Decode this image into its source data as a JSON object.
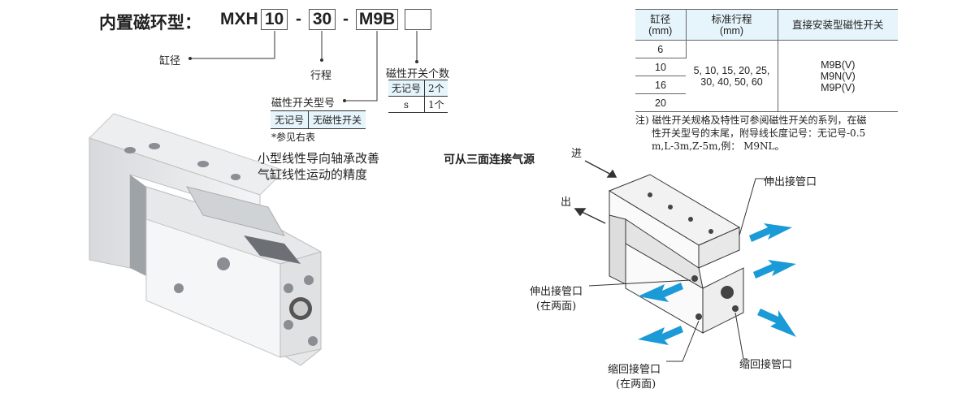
{
  "model_code": {
    "title": "内置磁环型：",
    "series": "MXH",
    "bore": "10",
    "dash1": "-",
    "stroke": "30",
    "dash2": "-",
    "switch": "M9B",
    "count": ""
  },
  "labels": {
    "bore": "缸径",
    "stroke": "行程",
    "switch_count": "磁性开关个数",
    "switch_model": "磁性开关型号",
    "see_table": "*参见右表",
    "feature_line1": "小型线性导向轴承改善",
    "feature_line2": "气缸线性运动的精度",
    "three_sides": "可从三面连接气源",
    "in": "进",
    "out": "出",
    "extend_port_top": "伸出接管口",
    "extend_port_left": "伸出接管口",
    "both_sides_1": "(在两面)",
    "retract_port_bottom": "缩回接管口",
    "both_sides_2": "(在两面)",
    "retract_port_right": "缩回接管口"
  },
  "switch_count_table": [
    [
      "无记号",
      "2个"
    ],
    [
      "s",
      "1个"
    ]
  ],
  "switch_model_table": [
    [
      "无记号",
      "无磁性开关"
    ]
  ],
  "spec_table": {
    "headers": [
      [
        "缸径",
        "(mm)"
      ],
      [
        "标准行程",
        "(mm)"
      ],
      [
        "直接安装型磁性开关"
      ]
    ],
    "bores": [
      "6",
      "10",
      "16",
      "20"
    ],
    "strokes": [
      "5, 10, 15, 20, 25,",
      "30, 40, 50, 60"
    ],
    "switches": [
      "M9B(V)",
      "M9N(V)",
      "M9P(V)"
    ]
  },
  "note": [
    "注) 磁性开关规格及特性可参阅磁性开关的系列，在磁",
    "性开关型号的末尾，附导线长度记号：无记号-0.5",
    "m,L-3m,Z-5m,例： M9NL。"
  ],
  "colors": {
    "accent_arrow": "#1a9ad6",
    "table_header": "#e6f4fb"
  }
}
